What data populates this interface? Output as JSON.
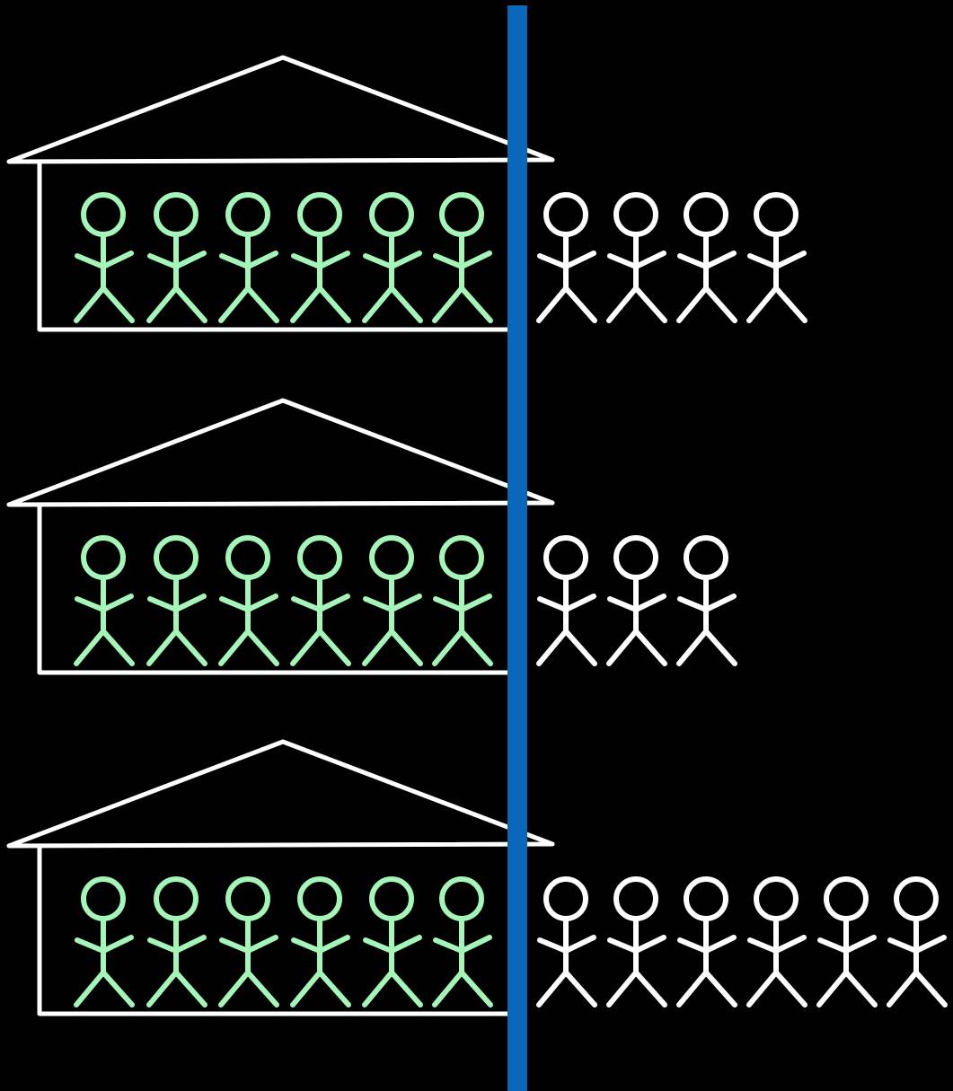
{
  "colors": {
    "background": "#000000",
    "house_outline": "#ffffff",
    "inside_figure": "#a6f5b8",
    "outside_figure": "#ffffff",
    "divider": "#0a66b8"
  },
  "icons": {
    "house": "house-outline-icon",
    "figure_inside": "green-stick-figure-icon",
    "figure_outside": "white-stick-figure-icon",
    "divider": "vertical-line"
  },
  "rows": [
    {
      "inside_count": 6,
      "outside_count": 4
    },
    {
      "inside_count": 6,
      "outside_count": 3
    },
    {
      "inside_count": 6,
      "outside_count": 6
    }
  ]
}
